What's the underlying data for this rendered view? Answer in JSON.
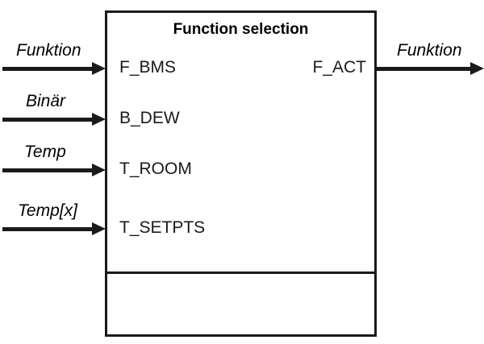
{
  "diagram": {
    "title": "Function selection",
    "block": {
      "title": "Function selection"
    },
    "input_ports": [
      {
        "name": "F_BMS",
        "signal": "Funktion"
      },
      {
        "name": "B_DEW",
        "signal": "Binär"
      },
      {
        "name": "T_ROOM",
        "signal": "Temp"
      },
      {
        "name": "T_SETPTS",
        "signal": "Temp[x]"
      }
    ],
    "output_ports": [
      {
        "name": "F_ACT",
        "signal": "Funktion"
      }
    ],
    "colors": {
      "line": "#1a1a1a",
      "text": "#000000",
      "background": "#ffffff"
    }
  }
}
